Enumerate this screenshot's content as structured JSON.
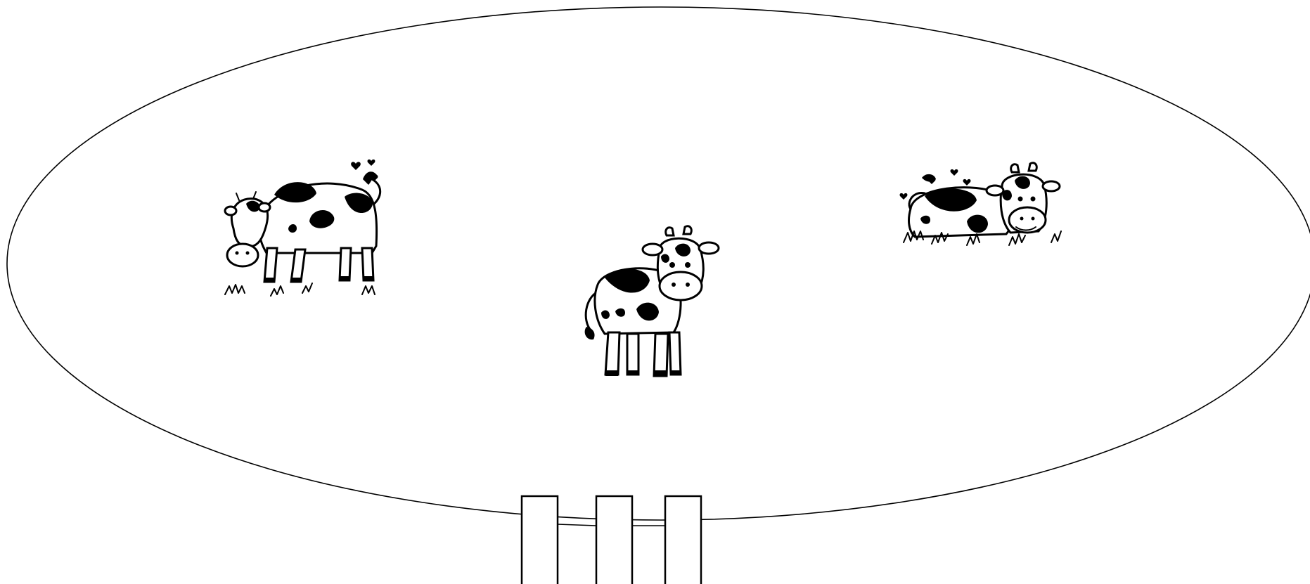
{
  "diagram": {
    "enclosure": {
      "shape": "ellipse",
      "stroke_color": "#000000",
      "fill_color": "#ffffff"
    },
    "animals": [
      {
        "kind": "cow",
        "pose": "grazing",
        "icon": "cow-grazing-icon",
        "has_hearts": true
      },
      {
        "kind": "cow",
        "pose": "standing-front",
        "icon": "cow-standing-icon",
        "has_hearts": false
      },
      {
        "kind": "cow",
        "pose": "lying-down",
        "icon": "cow-lying-icon",
        "has_hearts": true
      }
    ],
    "answer_boxes": {
      "count": 3,
      "values": [
        "",
        "",
        ""
      ]
    }
  }
}
